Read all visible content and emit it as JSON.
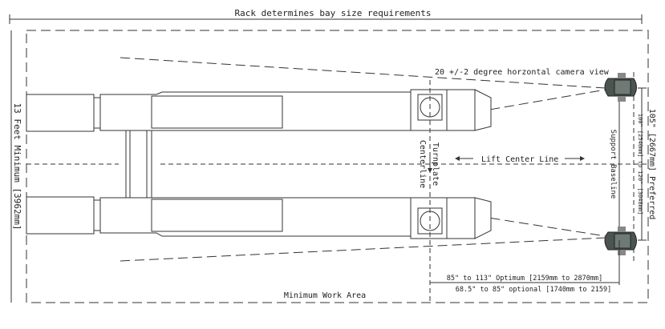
{
  "diagram": {
    "top_dimension": "Rack determines bay size requirements",
    "left_dimension": "13 Feet Minimum [3962mm]",
    "camera_view": "20 +/-2 degree horzontal camera view",
    "lift_center_line": "Lift Center Line",
    "turnplate_label": "Turnplate",
    "centerline_label": "Centerline",
    "support_baseline": "Support Baseline",
    "preferred_dimension": "105\" [2667mm] Preferred",
    "range_dimension": "100\" [2540mm] to 120\" [3048mm]",
    "optimum_dimension": "85\" to 113\" Optimum [2159mm to 2870mm]",
    "optional_dimension": "68.5\" to 85\" optional [1740mm to 2159]",
    "work_area": "Minimum Work Area"
  },
  "colors": {
    "line": "#333333",
    "camera": "#4a5550"
  }
}
